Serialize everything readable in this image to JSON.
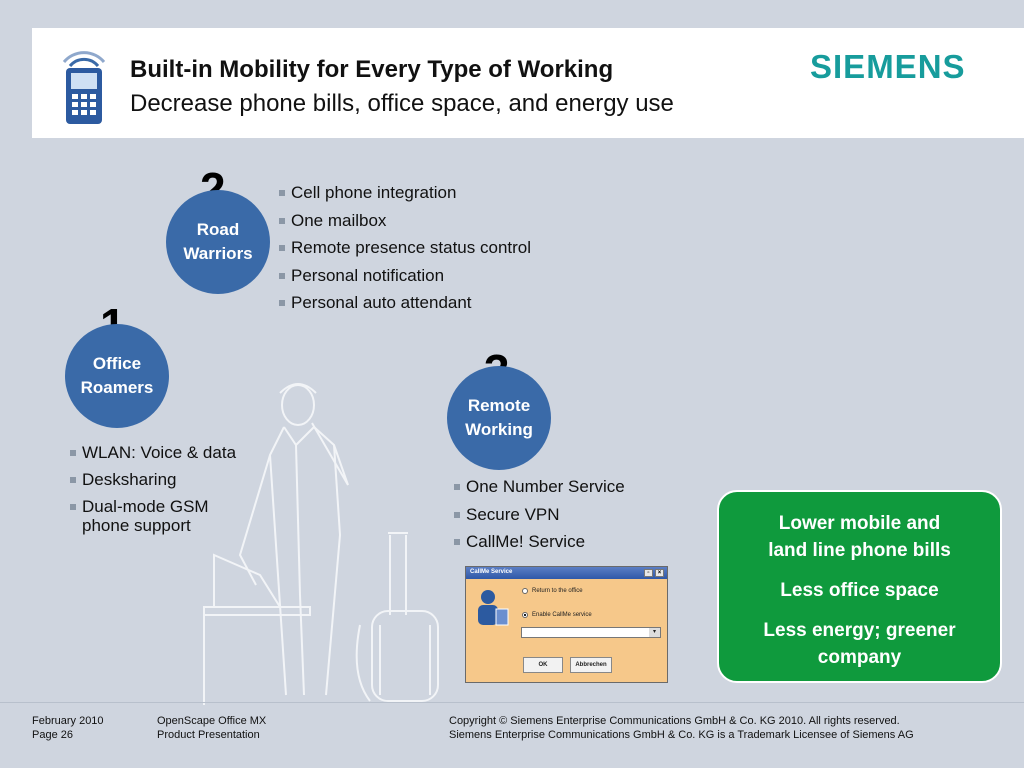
{
  "header": {
    "title": "Built-in Mobility for Every Type of Working",
    "subtitle": "Decrease phone bills, office space, and energy use",
    "logo": "SIEMENS",
    "icon": "mobile-phone-icon"
  },
  "sections": {
    "road": {
      "number": "2",
      "label_line1": "Road",
      "label_line2": "Warriors",
      "bullets": [
        "Cell phone integration",
        "One mailbox",
        "Remote presence status control",
        "Personal notification",
        "Personal auto attendant"
      ]
    },
    "office": {
      "number": "1",
      "label_line1": "Office",
      "label_line2": "Roamers",
      "bullets": [
        "WLAN: Voice & data",
        "Desksharing",
        "Dual-mode GSM",
        "phone support"
      ]
    },
    "remote": {
      "number": "3",
      "label_line1": "Remote",
      "label_line2": "Working",
      "bullets": [
        "One Number Service",
        "Secure VPN",
        "CallMe! Service"
      ]
    }
  },
  "benefits": {
    "item1_line1": "Lower mobile and",
    "item1_line2": "land line phone bills",
    "item2": "Less office space",
    "item3_line1": "Less energy; greener",
    "item3_line2": "company"
  },
  "dialog": {
    "title": "CallMe Service",
    "radio1": "Return to the office",
    "radio2": "Enable CallMe service",
    "ok": "OK",
    "cancel": "Abbrechen"
  },
  "footer": {
    "date": "February 2010",
    "page": "Page 26",
    "product1": "OpenScape Office MX",
    "product2": "Product Presentation",
    "copyright1": "Copyright © Siemens Enterprise Communications GmbH & Co. KG 2010. All rights reserved.",
    "copyright2": "Siemens Enterprise Communications GmbH & Co. KG is a Trademark Licensee of Siemens AG"
  },
  "colors": {
    "background": "#cfd5df",
    "circle": "#3a6aa8",
    "benefit_box": "#0f9a3d",
    "logo": "#179c9c"
  }
}
